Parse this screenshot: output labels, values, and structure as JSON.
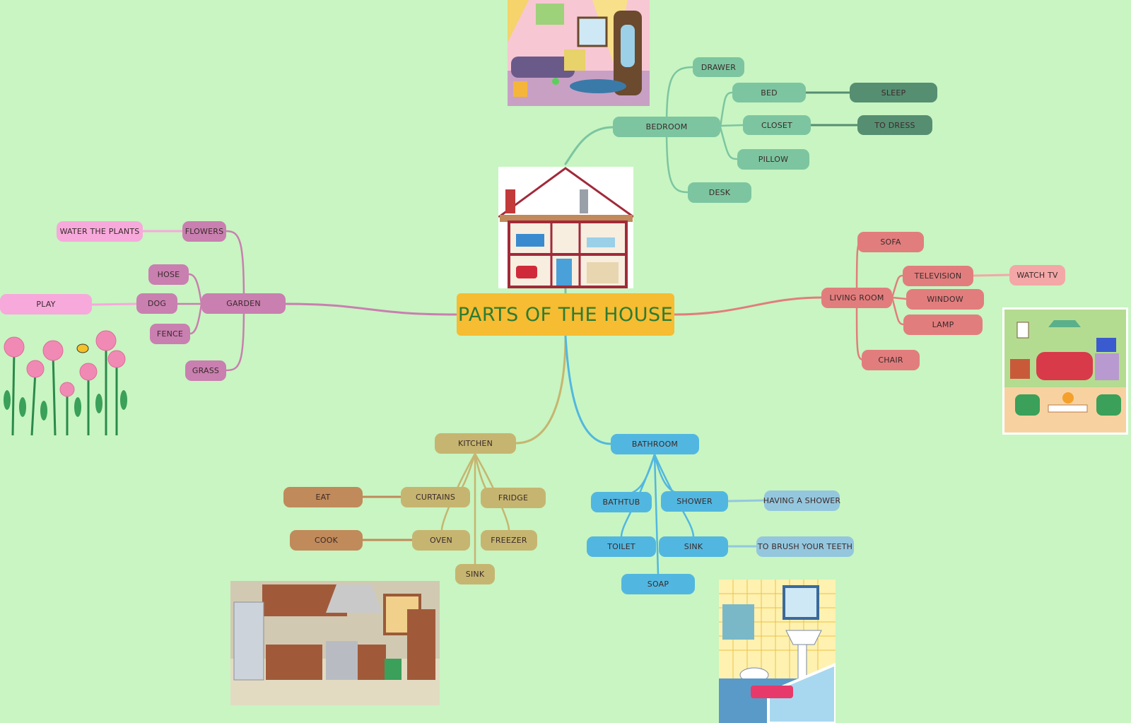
{
  "central": "PARTS OF THE HOUSE",
  "colors": {
    "background": "#c8f5c2",
    "central": "#f6bc32",
    "central_text": "#2d7b33",
    "bedroom": "#7cc5a0",
    "bedroom_dark": "#568e72",
    "living_room": "#e27d7d",
    "living_room_leaf": "#f4a7a7",
    "garden": "#c97fb0",
    "garden_leaf": "#f7a9dc",
    "kitchen": "#c6b570",
    "kitchen_dark": "#c08a5a",
    "bathroom": "#52b7e0",
    "bathroom_leaf": "#94c7de"
  },
  "branches": {
    "bedroom": {
      "label": "BEDROOM",
      "items": {
        "drawer": "DRAWER",
        "bed": "BED",
        "sleep": "SLEEP",
        "closet": "CLOSET",
        "to_dress": "TO DRESS",
        "pillow": "PILLOW",
        "desk": "DESK"
      }
    },
    "living_room": {
      "label": "LIVING ROOM",
      "items": {
        "sofa": "SOFA",
        "television": "TELEVISION",
        "watch_tv": "WATCH TV",
        "window": "WINDOW",
        "lamp": "LAMP",
        "chair": "CHAIR"
      }
    },
    "garden": {
      "label": "GARDEN",
      "items": {
        "flowers": "FLOWERS",
        "water_the_plants": "WATER THE PLANTS",
        "hose": "HOSE",
        "dog": "DOG",
        "play": "PLAY",
        "fence": "FENCE",
        "grass": "GRASS"
      }
    },
    "kitchen": {
      "label": "KITCHEN",
      "items": {
        "curtains": "CURTAINS",
        "eat": "EAT",
        "fridge": "FRIDGE",
        "oven": "OVEN",
        "cook": "COOK",
        "freezer": "FREEZER",
        "sink": "SINK"
      }
    },
    "bathroom": {
      "label": "BATHROOM",
      "items": {
        "bathtub": "BATHTUB",
        "shower": "SHOWER",
        "having_a_shower": "HAVING A SHOWER",
        "toilet": "TOILET",
        "sink": "SINK",
        "to_brush_your_teeth": "TO BRUSH YOUR TEETH",
        "soap": "SOAP"
      }
    }
  }
}
